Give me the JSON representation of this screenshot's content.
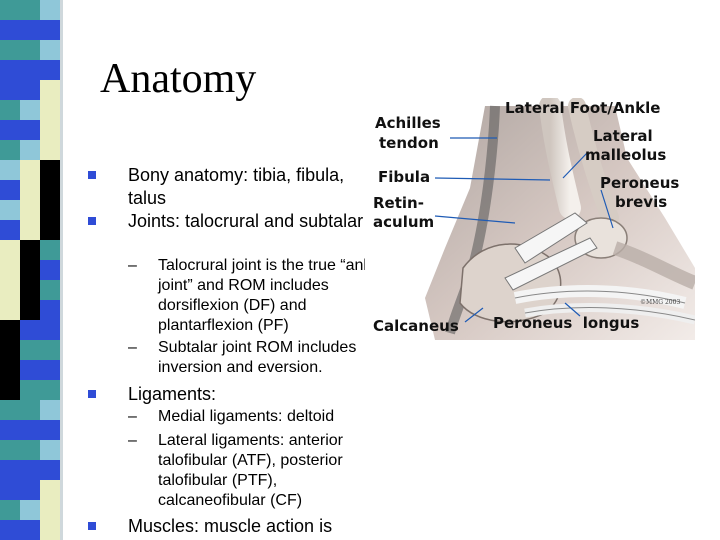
{
  "slide": {
    "title": "Anatomy",
    "bullets": [
      {
        "text": "Bony anatomy: tibia, fibula, talus"
      },
      {
        "text": "Joints: talocrural and subtalar",
        "sub": [
          {
            "text": "Talocrural joint is the true “ankle joint” and ROM includes dorsiflexion (DF) and plantarflexion (PF)"
          },
          {
            "text": "Subtalar joint ROM includes inversion  and eversion."
          }
        ]
      },
      {
        "text": "Ligaments:",
        "sub": [
          {
            "text": "Medial ligaments: deltoid"
          },
          {
            "text": "Lateral ligaments: anterior talofibular (ATF), posterior talofibular (PTF), calcaneofibular (CF)"
          }
        ]
      },
      {
        "text": "Muscles: muscle action is"
      }
    ],
    "dash": "–"
  },
  "figure": {
    "title": "Lateral Foot/Ankle",
    "labels": {
      "achilles_1": "Achilles",
      "achilles_2": "tendon",
      "lateral_1": "Lateral",
      "lateral_2": "malleolus",
      "fibula": "Fibula",
      "peroneus_brevis_1": "Peroneus",
      "peroneus_brevis_2": "brevis",
      "retinaculum_1": "Retin-",
      "retinaculum_2": "aculum",
      "calcaneus": "Calcaneus",
      "peroneus_longus": "Peroneus  longus",
      "copyright": "©MMG 2003"
    }
  },
  "strip": {
    "colors": {
      "blue": "#2f4cd6",
      "teal": "#3f9a97",
      "cream": "#e9edc0",
      "black": "#000000",
      "light": "#8fc7d9"
    }
  }
}
